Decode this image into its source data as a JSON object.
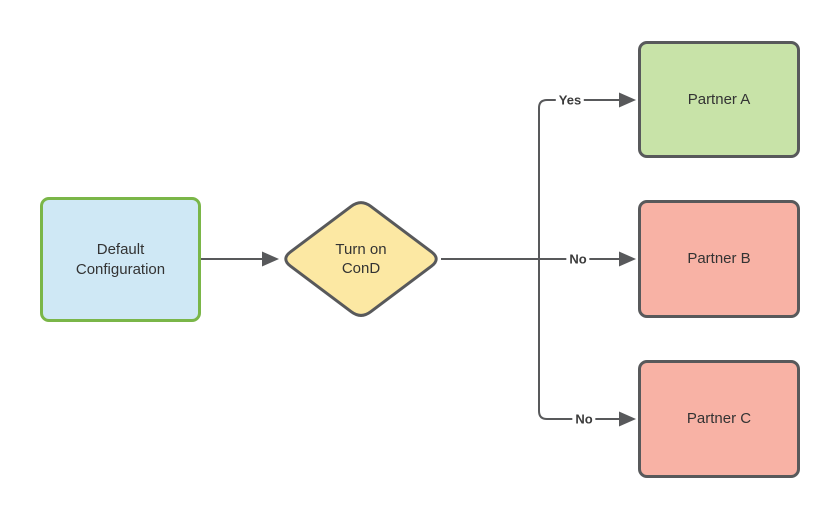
{
  "diagram": {
    "nodes": {
      "start": {
        "label": "Default Configuration"
      },
      "decision": {
        "label": "Turn on ConD"
      },
      "partner_a": {
        "label": "Partner A"
      },
      "partner_b": {
        "label": "Partner B"
      },
      "partner_c": {
        "label": "Partner C"
      }
    },
    "edges": {
      "decision_to_partner_a": {
        "label": "Yes"
      },
      "decision_to_partner_b": {
        "label": "No"
      },
      "decision_to_partner_c": {
        "label": "No"
      }
    },
    "colors": {
      "start_fill": "#cfe8f5",
      "start_border": "#7ab648",
      "decision_fill": "#fce8a3",
      "partner_a_fill": "#c8e3a8",
      "partner_b_fill": "#f8b2a5",
      "partner_c_fill": "#f8b2a5",
      "node_border": "#58595b",
      "line": "#58595b",
      "text": "#333333",
      "edge_label_text": "#3b3b3b",
      "background": "#ffffff"
    }
  }
}
